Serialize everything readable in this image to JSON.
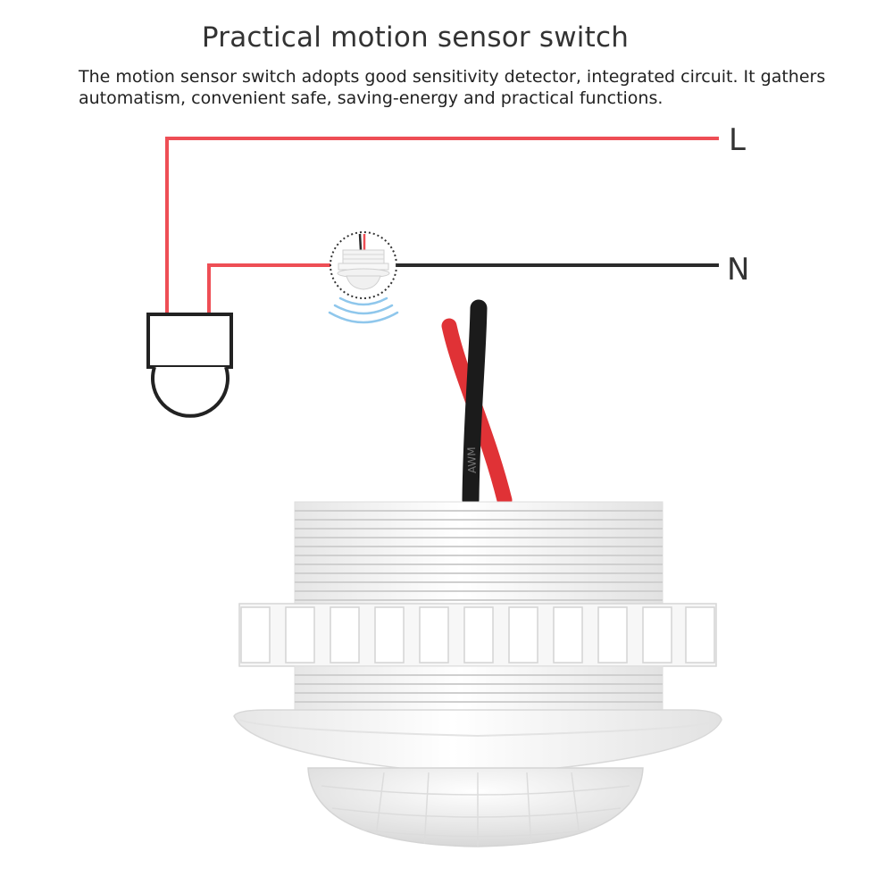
{
  "header": {
    "title": "Practical motion sensor switch",
    "description": "The motion sensor switch adopts good sensitivity detector, integrated circuit. It gathers automatism, convenient safe, saving-energy and practical functions."
  },
  "wiring": {
    "live_label": "L",
    "neutral_label": "N",
    "live_color": "#ee4e55",
    "neutral_color": "#2b2b2b"
  },
  "product": {
    "cable_print": "AWM"
  },
  "icons": [
    "lamp-icon",
    "motion-sensor-icon",
    "wave-icon"
  ]
}
